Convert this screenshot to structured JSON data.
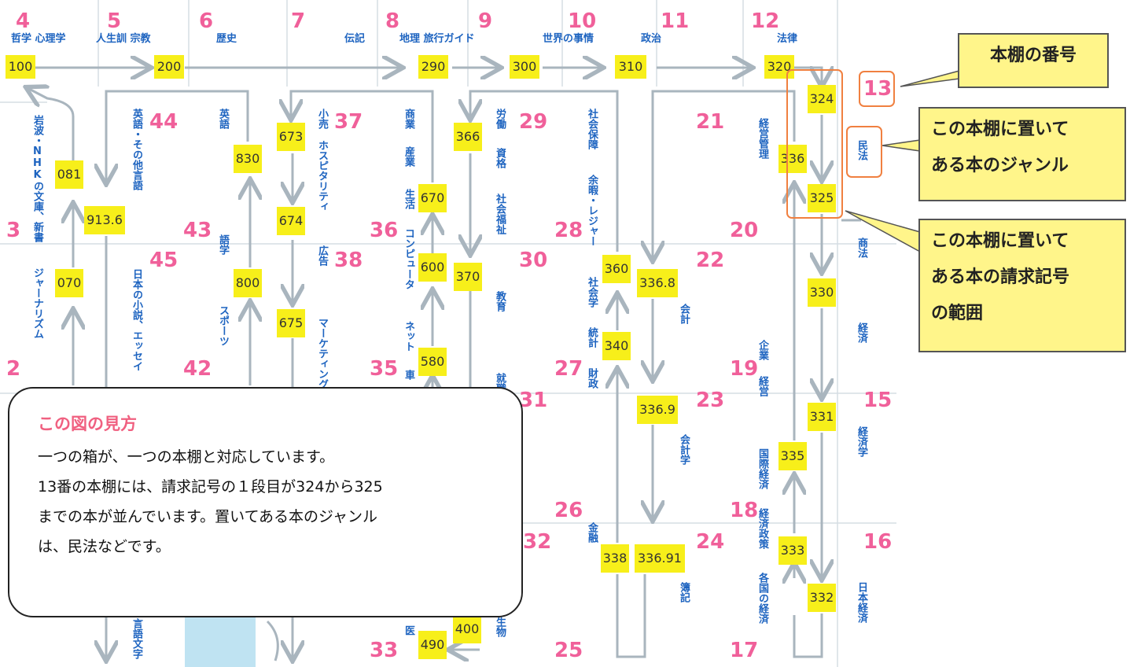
{
  "top_numbers": [
    "4",
    "5",
    "6",
    "7",
    "8",
    "9",
    "10",
    "11",
    "12"
  ],
  "top_genres": [
    "哲学 心理学",
    "人生訓 宗教",
    "歴史",
    "伝記",
    "地理 旅行ガイド",
    "世界の事情",
    "政治",
    "法律"
  ],
  "shelf_numbers": [
    "13",
    "44",
    "37",
    "29",
    "21",
    "3",
    "43",
    "36",
    "28",
    "20",
    "45",
    "38",
    "30",
    "22",
    "2",
    "42",
    "35",
    "27",
    "19",
    "31",
    "23",
    "15",
    "26",
    "18",
    "32",
    "24",
    "16",
    "33",
    "25",
    "17"
  ],
  "codes": [
    "100",
    "200",
    "290",
    "300",
    "310",
    "320",
    "324",
    "081",
    "913.6",
    "830",
    "673",
    "366",
    "670",
    "336",
    "325",
    "674",
    "070",
    "800",
    "600",
    "370",
    "360",
    "336.8",
    "330",
    "675",
    "580",
    "340",
    "336.9",
    "331",
    "335",
    "338",
    "336.91",
    "333",
    "332",
    "400",
    "490"
  ],
  "vertical_genres": [
    "岩波・NHKの文庫、新書",
    "ジャーナリズム",
    "英語・その他言語",
    "日本の小説、エッセイ",
    "英語",
    "語学",
    "スポーツ",
    "小売",
    "ホスピタリティ",
    "広告",
    "マーケティング",
    "商業",
    "産業",
    "生活",
    "コンピュータ",
    "ネット",
    "車",
    "労働",
    "資格",
    "社会福祉",
    "教育",
    "就職",
    "社会保障",
    "余暇・レジャー",
    "社会学",
    "統計",
    "財政",
    "金融",
    "会計",
    "会計学",
    "簿記",
    "経営管理",
    "企業",
    "経営",
    "国際経済",
    "経済政策",
    "各国の経済",
    "民法",
    "商法",
    "経済",
    "経済学",
    "日本経済",
    "医",
    "生物",
    "言語文字"
  ],
  "callouts": {
    "shelf_number": "本棚の番号",
    "genre": [
      "この本棚に置いて",
      "ある本のジャンル"
    ],
    "range": [
      "この本棚に置いて",
      "ある本の請求記号",
      "の範囲"
    ]
  },
  "legend_panel": {
    "title": "この図の見方",
    "lines": [
      "一つの箱が、一つの本棚と対応しています。",
      "13番の本棚には、請求記号の１段目が324から325",
      "までの本が並んでいます。置いてある本のジャンル",
      "は、民法などです。"
    ]
  },
  "colors": {
    "shelf_number": "#f0609a",
    "genre_text": "#1e64c0",
    "code_box": "#f7ef1a",
    "arrow": "#a9b5be",
    "highlight": "#f08040",
    "callout_fill": "#fff58a"
  }
}
